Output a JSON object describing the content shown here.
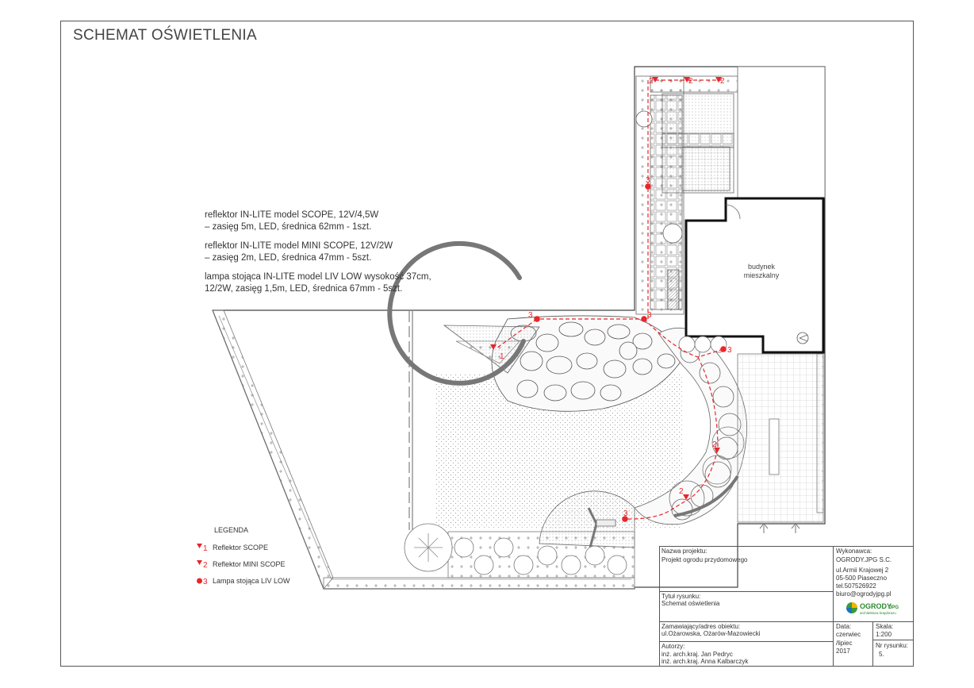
{
  "page_title": "SCHEMAT OŚWIETLENIA",
  "specs": [
    {
      "line1": "reflektor IN-LITE model SCOPE, 12V/4,5W",
      "line2": "– zasięg 5m, LED, średnica 62mm - 1szt."
    },
    {
      "line1": "reflektor IN-LITE model MINI SCOPE, 12V/2W",
      "line2": "– zasięg 2m, LED, średnica 47mm - 5szt."
    },
    {
      "line1": "lampa stojąca IN-LITE model LIV LOW wysokość 37cm,",
      "line2": "12/2W, zasięg 1,5m, LED, średnica 67mm - 5szt."
    }
  ],
  "building_label": {
    "line1": "budynek",
    "line2": "mieszkalny"
  },
  "markers": {
    "scope": "1",
    "mini_scope": "2",
    "liv_low": "3"
  },
  "legend": {
    "title": "LEGENDA",
    "items": [
      {
        "num": "1",
        "label": "Reflektor SCOPE"
      },
      {
        "num": "2",
        "label": "Reflektor MINI SCOPE"
      },
      {
        "num": "3",
        "label": "Lampa stojąca LIV LOW"
      }
    ]
  },
  "title_block": {
    "project_caption": "Nazwa projektu:",
    "project_name": "Projekt ogrodu przydomowego",
    "drawing_caption": "Tytuł rysunku:",
    "drawing_title": "Schemat oświetlenia",
    "client_caption": "Zamawiający/adres obiektu:",
    "client_address": "ul.Ożarowska, Ożarów-Mazowiecki",
    "authors_caption": "Autorzy:",
    "author1": "inż. arch.kraj. Jan Pedryc",
    "author2": "inż. arch.kraj. Anna Kalbarczyk",
    "contractor_caption": "Wykonawca:",
    "contractor_name": "OGRODY.JPG S.C.",
    "contractor_street": "ul.Armii Krajowej 2",
    "contractor_city": "05-500 Piaseczno",
    "contractor_phone": "tel.507526922",
    "contractor_email": "biuro@ogrodyjpg.pl",
    "logo_text": "OGRODY",
    "logo_suffix": "JPG",
    "logo_tagline": "architektura krajobrazu",
    "date_caption": "Data:",
    "date_line1": "czerwiec",
    "date_line2": "/lipiec",
    "date_line3": "2017",
    "scale_caption": "Skala:",
    "scale_value": "1:200",
    "sheet_caption": "Nr rysunku:",
    "sheet_value": "5."
  },
  "colors": {
    "light_red": "#e8262b",
    "line": "#444444",
    "building": "#111111"
  }
}
